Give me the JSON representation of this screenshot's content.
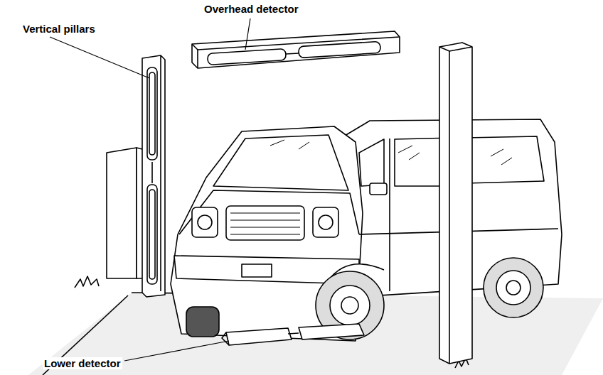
{
  "diagram": {
    "labels": [
      "Overhead detector",
      "Vertical pillars",
      "Lower detector"
    ]
  }
}
